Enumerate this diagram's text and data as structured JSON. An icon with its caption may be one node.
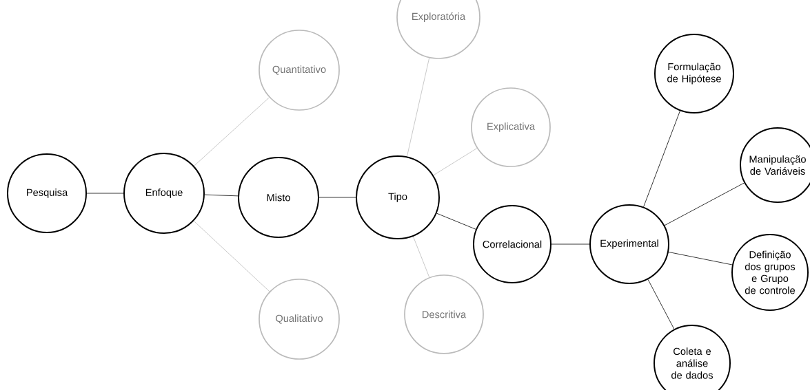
{
  "diagram": {
    "nodes": [
      {
        "text": [
          "Pesquisa"
        ]
      },
      {
        "text": [
          "Enfoque"
        ]
      },
      {
        "text": [
          "Quantitativo"
        ]
      },
      {
        "text": [
          "Misto"
        ]
      },
      {
        "text": [
          "Qualitativo"
        ]
      },
      {
        "text": [
          "Exploratória"
        ]
      },
      {
        "text": [
          "Explicativa"
        ]
      },
      {
        "text": [
          "Tipo"
        ]
      },
      {
        "text": [
          "Correlacional"
        ]
      },
      {
        "text": [
          "Descritiva"
        ]
      },
      {
        "text": [
          "Experimental"
        ]
      },
      {
        "text": [
          "Formulação de Hipótese"
        ]
      },
      {
        "text": [
          "Manipulação de Variáveis"
        ]
      },
      {
        "text": [
          "Definição dos grupos e Grupo de controle"
        ]
      },
      {
        "text": [
          "Coleta e análise de dados"
        ]
      }
    ],
    "edges": [
      {
        "from": 0,
        "to": 1,
        "arrow": "none"
      },
      {
        "from": 1,
        "to": 2,
        "arrow": "none",
        "color": "#bbbbbb"
      },
      {
        "from": 1,
        "to": 3,
        "arrow": "none"
      },
      {
        "from": 1,
        "to": 4,
        "arrow": "none",
        "color": "#bbbbbb"
      },
      {
        "from": 3,
        "to": 7,
        "arrow": "none"
      },
      {
        "from": 7,
        "to": 5,
        "arrow": "none",
        "color": "#bbbbbb"
      },
      {
        "from": 7,
        "to": 6,
        "arrow": "none",
        "color": "#bbbbbb"
      },
      {
        "from": 7,
        "to": 8,
        "arrow": "none"
      },
      {
        "from": 7,
        "to": 9,
        "arrow": "none",
        "color": "#bbbbbb"
      },
      {
        "from": 8,
        "to": 10,
        "arrow": "none"
      },
      {
        "from": 10,
        "to": 11,
        "arrow": "none"
      },
      {
        "from": 10,
        "to": 12,
        "arrow": "none"
      },
      {
        "from": 10,
        "to": 13,
        "arrow": "none"
      },
      {
        "from": 10,
        "to": 14,
        "arrow": "none"
      }
    ]
  }
}
